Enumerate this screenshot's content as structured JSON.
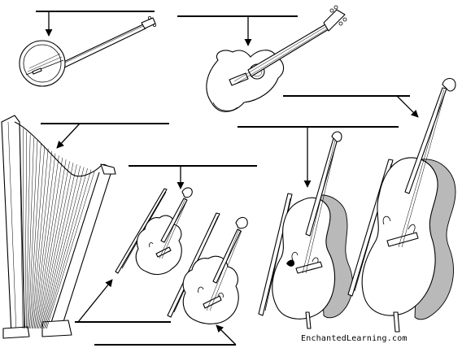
{
  "credit": "EnchantedLearning.com",
  "instruments": [
    {
      "id": "banjo"
    },
    {
      "id": "acoustic-guitar"
    },
    {
      "id": "harp"
    },
    {
      "id": "violin-small"
    },
    {
      "id": "violin-large"
    },
    {
      "id": "cello"
    },
    {
      "id": "double-bass"
    }
  ],
  "colors": {
    "ink": "#000000",
    "shade": "#b9b9b9",
    "background": "#ffffff"
  }
}
